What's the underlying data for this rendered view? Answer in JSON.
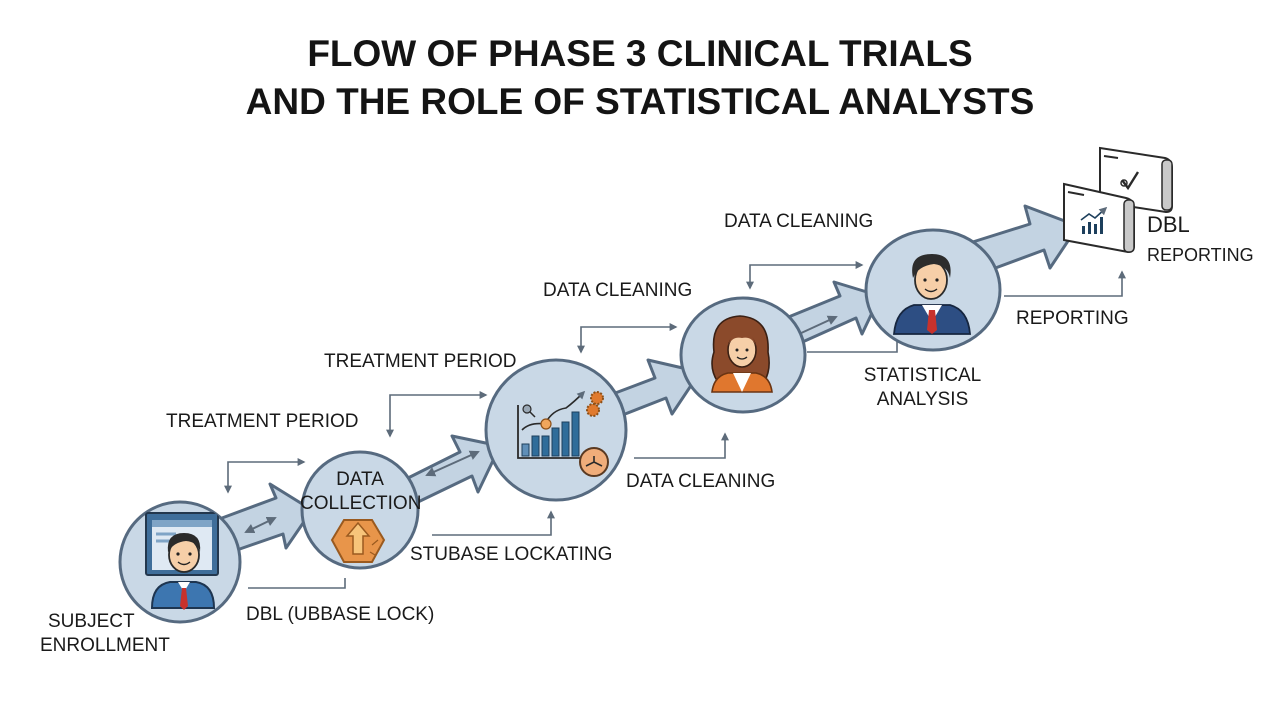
{
  "title": {
    "line1": "FLOW OF PHASE 3 CLINICAL TRIALS",
    "line2": "AND THE ROLE OF STATISTICAL ANALYSTS"
  },
  "colors": {
    "arrow_fill": "#c3d3e2",
    "arrow_stroke": "#566a80",
    "circle_fill": "#c9d8e6",
    "circle_stroke": "#566a80",
    "connector": "#5d6b7a",
    "orange": "#e8954a",
    "bar_blue": "#2f6d9a",
    "suit_blue": "#2d4e83",
    "tie_red": "#c8322c"
  },
  "stages": [
    {
      "id": "subject-enrollment",
      "icon": "person-at-monitor-icon",
      "label_lines": [
        "SUBJECT",
        "ENROLLMENT"
      ]
    },
    {
      "id": "data-collection",
      "icon": "upload-box-icon",
      "label_lines": [
        "DATA",
        "COLLECTION"
      ]
    },
    {
      "id": "treatment-analytics",
      "icon": "bar-chart-icon",
      "label_lines": []
    },
    {
      "id": "data-cleaning",
      "icon": "woman-analyst-icon",
      "label_lines": []
    },
    {
      "id": "statistical-analysis",
      "icon": "man-analyst-icon",
      "label_lines": [
        "STATISTICAL",
        "ANALYSIS"
      ]
    },
    {
      "id": "dbl-reporting",
      "icon": "report-documents-icon",
      "label_lines": [
        "DBL",
        "REPORTING"
      ]
    }
  ],
  "labels": {
    "subject_enrollment_1": "SUBJECT",
    "subject_enrollment_2": "ENROLLMENT",
    "dbl_lock": "DBL (UBBASE LOCK)",
    "treatment_period_1": "TREATMENT PERIOD",
    "treatment_period_2": "TREATMENT PERIOD",
    "data_collection_1": "DATA",
    "data_collection_2": "COLLECTION",
    "stubase_lockating": "STUBASE LOCKATING",
    "data_cleaning_1": "DATA CLEANING",
    "data_cleaning_2": "DATA CLEANING",
    "data_cleaning_3": "DATA CLEANING",
    "statistical_analysis_1": "STATISTICAL",
    "statistical_analysis_2": "ANALYSIS",
    "reporting": "REPORTING",
    "dbl": "DBL",
    "dbl_reporting": "REPORTING"
  }
}
